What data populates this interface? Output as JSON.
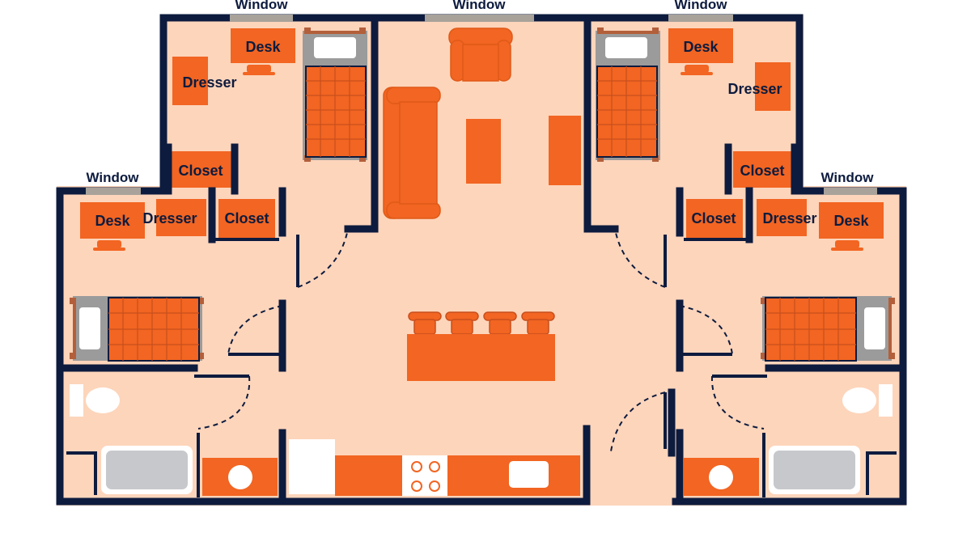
{
  "labels": {
    "window": "Window",
    "desk": "Desk",
    "dresser": "Dresser",
    "closet": "Closet"
  },
  "colors": {
    "floor": "#fdd5bb",
    "wall": "#0d1b3e",
    "furniture": "#f26522",
    "window": "#a8a29a",
    "fixture": "#c7c8cc",
    "pillow": "#ffffff",
    "frame": "#9b9b9b",
    "bedpost": "#b35f3b",
    "text": "#0d1b3e"
  }
}
